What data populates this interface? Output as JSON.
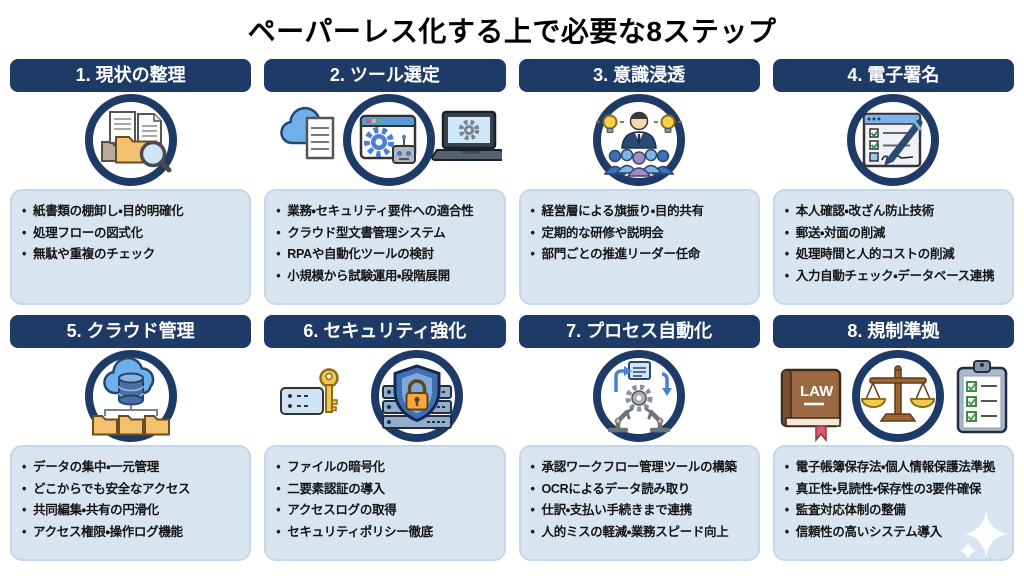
{
  "page": {
    "title": "ペーパーレス化する上で必要な8ステップ"
  },
  "colors": {
    "header_bg": "#1e3a66",
    "header_text": "#ffffff",
    "panel_bg": "#d9e4f1",
    "panel_border": "#c3d8ec",
    "bullet_text": "#141414",
    "icon_ring": "#1e3a66",
    "background": "#ffffff"
  },
  "icons": {
    "law_book_label": "LAW"
  },
  "steps": [
    {
      "title": "1. 現状の整理",
      "icon": "documents-folder-magnifier-icon",
      "bullets": [
        "紙書類の棚卸し・目的明確化",
        "処理フローの図式化",
        "無駄や重複のチェック"
      ]
    },
    {
      "title": "2. ツール選定",
      "icon": "cloud-document-robot-browser-laptop-icon",
      "bullets": [
        "業務・セキュリティ要件への適合性",
        "クラウド型文書管理システム",
        "RPAや自動化ツールの検討",
        "小規模から試験運用・段階展開"
      ]
    },
    {
      "title": "3. 意識浸透",
      "icon": "team-leader-ideas-icon",
      "bullets": [
        "経営層による旗振り・目的共有",
        "定期的な研修や説明会",
        "部門ごとの推進リーダー任命"
      ]
    },
    {
      "title": "4. 電子署名",
      "icon": "signed-form-pen-icon",
      "bullets": [
        "本人確認・改ざん防止技術",
        "郵送・対面の削減",
        "処理時間と人的コストの削減",
        "入力自動チェック・データベース連携"
      ]
    },
    {
      "title": "5. クラウド管理",
      "icon": "cloud-database-folders-icon",
      "bullets": [
        "データの集中・一元管理",
        "どこからでも安全なアクセス",
        "共同編集・共有の円滑化",
        "アクセス権限・操作ログ機能"
      ]
    },
    {
      "title": "6. セキュリティ強化",
      "icon": "key-shield-lock-servers-icon",
      "bullets": [
        "ファイルの暗号化",
        "二要素認証の導入",
        "アクセスログの取得",
        "セキュリティポリシー徹底"
      ]
    },
    {
      "title": "7. プロセス自動化",
      "icon": "workflow-gear-robot-arms-icon",
      "bullets": [
        "承認ワークフロー管理ツールの構築",
        "OCRによるデータ読み取り",
        "仕訳・支払い手続きまで連携",
        "人的ミスの軽減・業務スピード向上"
      ]
    },
    {
      "title": "8. 規制準拠",
      "icon": "law-book-scales-checklist-icon",
      "bullets": [
        "電子帳簿保存法・個人情報保護法準拠",
        "真正性・見読性・保存性の3要件確保",
        "監査対応体制の整備",
        "信頼性の高いシステム導入"
      ]
    }
  ]
}
